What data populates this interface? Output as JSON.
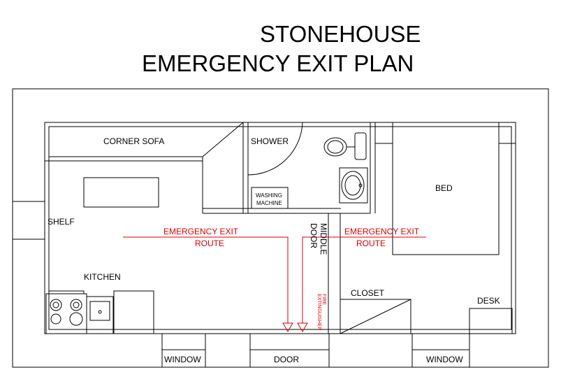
{
  "title": {
    "line1": "STONEHOUSE",
    "line2": "EMERGENCY EXIT PLAN"
  },
  "labels": {
    "corner_sofa": "CORNER SOFA",
    "shower": "SHOWER",
    "washing_machine_line1": "WASHING",
    "washing_machine_line2": "MACHINE",
    "bed": "BED",
    "shelf": "SHELF",
    "kitchen": "KITCHEN",
    "middle_door_line1": "MIDDLE",
    "middle_door_line2": "DOOR",
    "closet": "CLOSET",
    "desk": "DESK",
    "window_left": "WINDOW",
    "door": "DOOR",
    "window_right": "WINDOW",
    "fire_extinguisher_line1": "FIRE",
    "fire_extinguisher_line2": "EXTINGUISHER"
  },
  "exit_routes": {
    "left_line1": "EMERGENCY EXIT",
    "left_line2": "ROUTE",
    "right_line1": "EMERGENCY EXIT",
    "right_line2": "ROUTE"
  },
  "colors": {
    "walls": "#000000",
    "exit_route": "#e00000",
    "background": "#ffffff"
  }
}
